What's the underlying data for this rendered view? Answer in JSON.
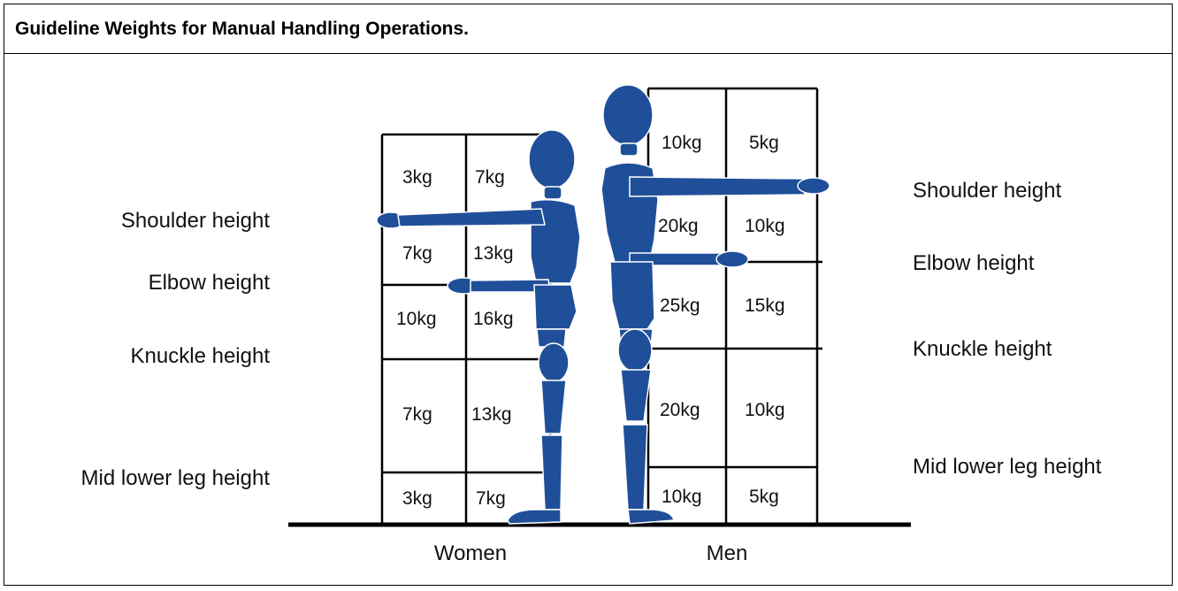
{
  "title": "Guideline Weights for Manual Handling Operations.",
  "left_labels": [
    "Shoulder height",
    "Elbow height",
    "Knuckle height",
    "Mid lower leg height"
  ],
  "right_labels": [
    "Shoulder height",
    "Elbow height",
    "Knuckle height",
    "Mid lower leg height"
  ],
  "women": {
    "label": "Women",
    "rows": [
      [
        "3kg",
        "7kg"
      ],
      [
        "7kg",
        "13kg"
      ],
      [
        "10kg",
        "16kg"
      ],
      [
        "7kg",
        "13kg"
      ],
      [
        "3kg",
        "7kg"
      ]
    ]
  },
  "men": {
    "label": "Men",
    "rows": [
      [
        "10kg",
        "5kg"
      ],
      [
        "20kg",
        "10kg"
      ],
      [
        "25kg",
        "15kg"
      ],
      [
        "20kg",
        "10kg"
      ],
      [
        "10kg",
        "5kg"
      ]
    ]
  },
  "colors": {
    "figure": "#1f4f99",
    "lines": "#000000"
  }
}
